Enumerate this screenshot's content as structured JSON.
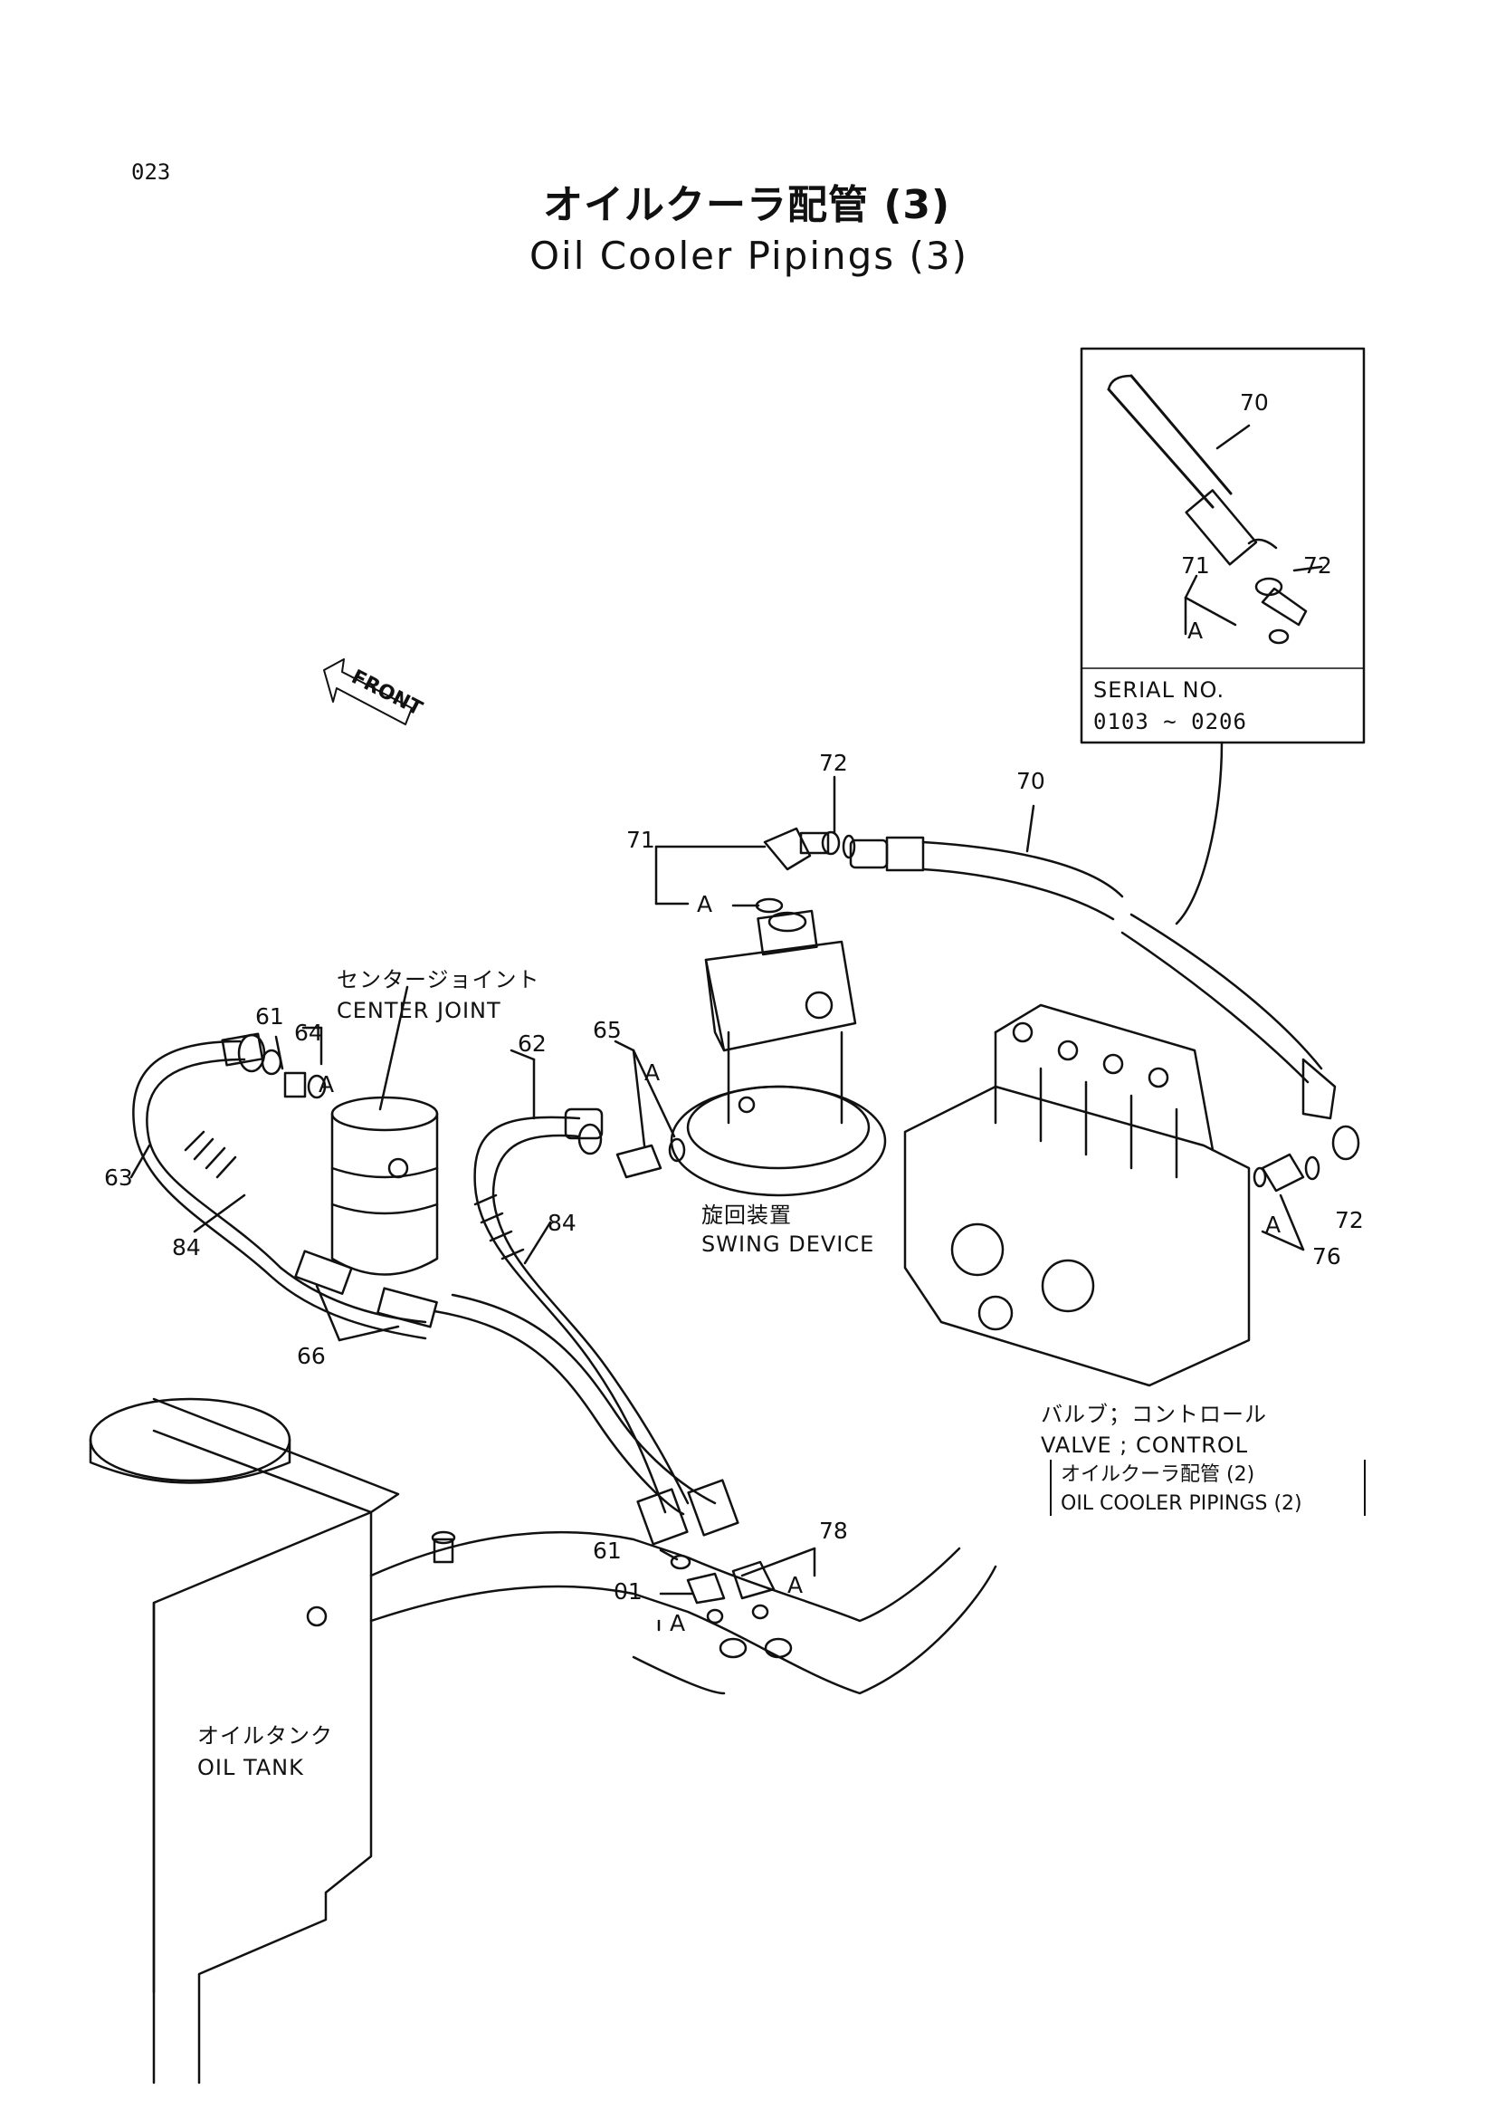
{
  "page_number": "023",
  "title": {
    "japanese": "オイルクーラ配管 (3)",
    "english": "Oil Cooler Pipings (3)"
  },
  "inset": {
    "serial_label": "SERIAL NO.",
    "serial_range": "0103 ~ 0206",
    "callouts": [
      "70",
      "71",
      "72",
      "A"
    ]
  },
  "front_arrow": "FRONT",
  "components": {
    "center_joint_jp": "センタージョイント",
    "center_joint_en": "CENTER JOINT",
    "swing_device_jp": "旋回装置",
    "swing_device_en": "SWING DEVICE",
    "control_valve_jp": "バルブ；コントロール",
    "control_valve_en": "VALVE ; CONTROL",
    "ref_jp": "オイルクーラ配管 (2)",
    "ref_en": "OIL COOLER PIPINGS (2)",
    "oil_tank_jp": "オイルタンク",
    "oil_tank_en": "OIL TANK"
  },
  "callouts": {
    "c61a": "61",
    "c64": "64",
    "cA1": "A",
    "c63": "63",
    "c84a": "84",
    "c66": "66",
    "c62": "62",
    "c65": "65",
    "cA2": "A",
    "c84b": "84",
    "c71": "71",
    "cA3": "A",
    "c72a": "72",
    "c70": "70",
    "c72b": "72",
    "cA4": "A",
    "c76": "76",
    "c61b": "61",
    "c01": "01",
    "cA5": "A",
    "c78": "78",
    "cA6": "A"
  }
}
